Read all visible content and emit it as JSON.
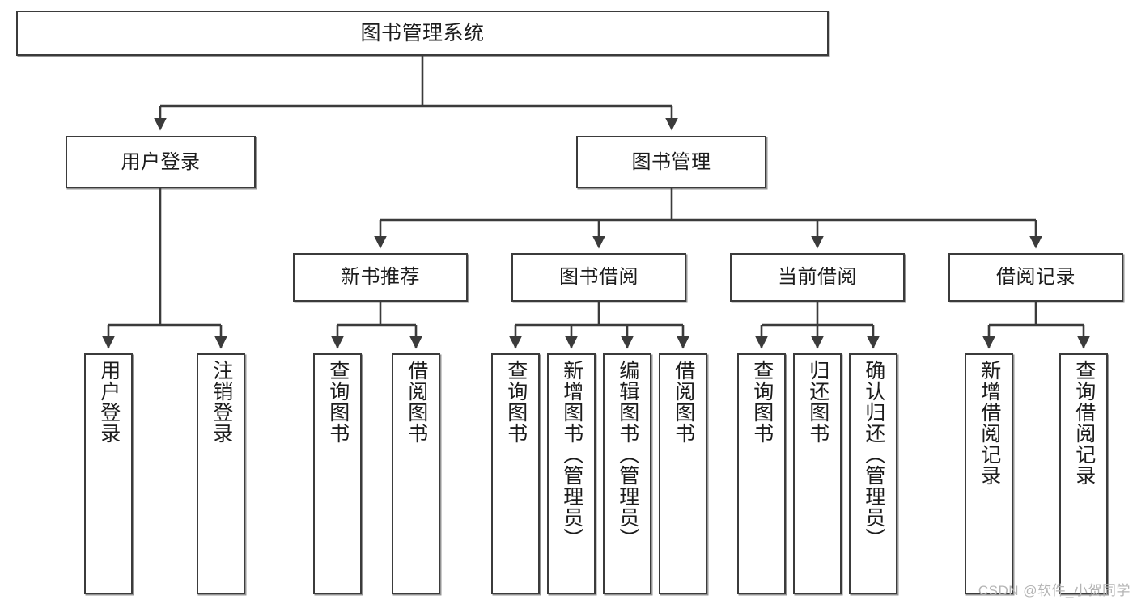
{
  "diagram": {
    "title": "图书管理系统",
    "type": "tree-hierarchy-chart",
    "line_color": "#3b3b3b",
    "box_fill": "#ffffff",
    "text_color": "#1c1c1c"
  },
  "nodes": {
    "root": {
      "label": "图书管理系统"
    },
    "level2": [
      {
        "label": "用户登录"
      },
      {
        "label": "图书管理"
      }
    ],
    "level3": [
      {
        "label": "新书推荐"
      },
      {
        "label": "图书借阅"
      },
      {
        "label": "当前借阅"
      },
      {
        "label": "借阅记录"
      }
    ],
    "leaves": {
      "user_login": [
        {
          "label": "用户登录"
        },
        {
          "label": "注销登录"
        }
      ],
      "new_book_recommend": [
        {
          "label": "查询图书"
        },
        {
          "label": "借阅图书"
        }
      ],
      "book_borrow": [
        {
          "label": "查询图书"
        },
        {
          "label": "新增图书（管理员）"
        },
        {
          "label": "编辑图书（管理员）"
        },
        {
          "label": "借阅图书"
        }
      ],
      "current_borrow": [
        {
          "label": "查询图书"
        },
        {
          "label": "归还图书"
        },
        {
          "label": "确认归还（管理员）"
        }
      ],
      "borrow_record": [
        {
          "label": "新增借阅记录"
        },
        {
          "label": "查询借阅记录"
        }
      ]
    }
  },
  "watermark": {
    "text": "CSDN @软件_小贺同学"
  }
}
